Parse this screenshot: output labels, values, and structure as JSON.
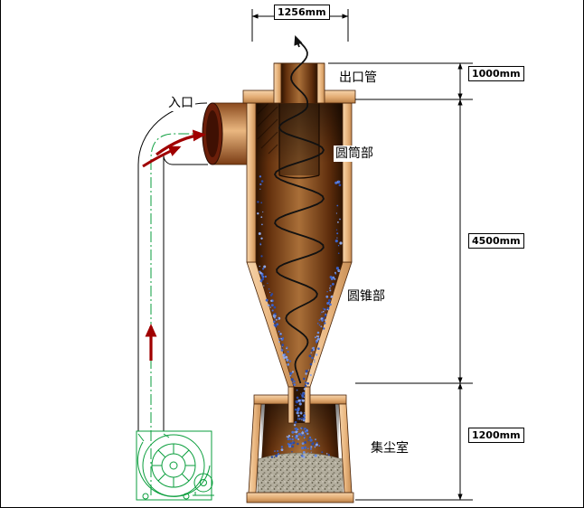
{
  "figure": {
    "labels": {
      "inlet": "入口",
      "outlet_pipe": "出口管",
      "cylinder_section": "圆筒部",
      "cone_section": "圆锥部",
      "dust_chamber": "集尘室"
    },
    "dimensions": {
      "body_diameter": "1256mm",
      "outlet_pipe_height": "1000mm",
      "body_height": "4500mm",
      "dust_chamber_height": "1200mm"
    },
    "colors": {
      "body_light": "#f6d4ab",
      "body_shadow": "#c88e55",
      "interior_dark": "#4a2408",
      "fan_green": "#0a9e3c",
      "arrow_red": "#a00000",
      "dust_blue": "#3b62c8",
      "dust_gray": "#b3ae9e",
      "line_black": "#000000"
    }
  }
}
